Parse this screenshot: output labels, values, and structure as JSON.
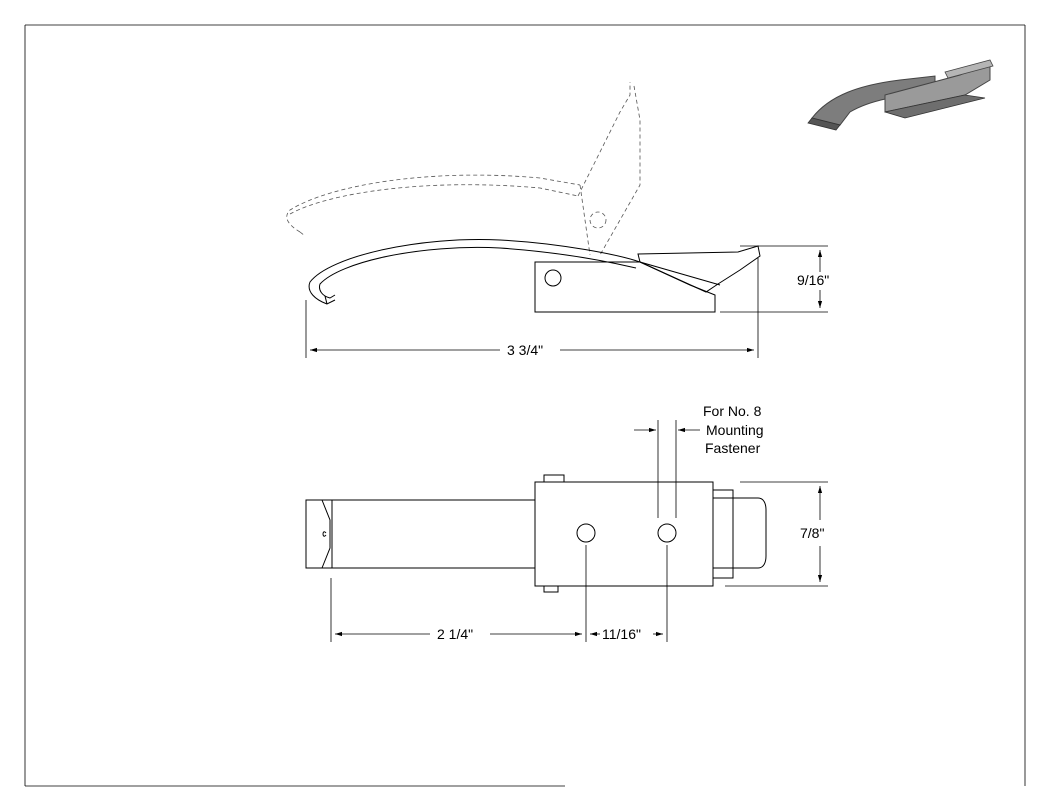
{
  "dimensions": {
    "height_side": "9/16\"",
    "overall_length": "3 3/4\"",
    "width_top": "7/8\"",
    "hole_offset": "2 1/4\"",
    "hole_spacing": "11/16\""
  },
  "note": {
    "line1": "For No. 8",
    "line2": "Mounting",
    "line3": "Fastener"
  }
}
